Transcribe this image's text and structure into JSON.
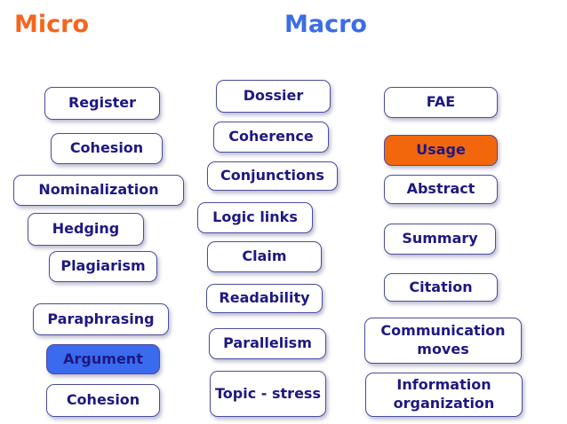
{
  "headers": [
    {
      "label": "Micro",
      "color": "#F4661E"
    },
    {
      "label": "Macro",
      "color": "#3D6DE4"
    }
  ],
  "colors": {
    "background": "#FFFFFF",
    "box_border": "#4C4C9D",
    "box_text": "#1E1883",
    "box_fill_default": "#FFFFFF",
    "argument_fill": "#3A6BEE",
    "usage_fill": "#F2660C"
  },
  "columns": [
    {
      "name": "micro-column",
      "boxes": [
        {
          "label": "Register"
        },
        {
          "label": "Cohesion"
        },
        {
          "label": "Nominalization"
        },
        {
          "label": "Hedging"
        },
        {
          "label": "Plagiarism"
        },
        {
          "label": "Paraphrasing"
        },
        {
          "label": "Argument",
          "highlight": "blue"
        },
        {
          "label": "Cohesion"
        }
      ]
    },
    {
      "name": "middle-column",
      "boxes": [
        {
          "label": "Dossier"
        },
        {
          "label": "Coherence"
        },
        {
          "label": "Conjunctions"
        },
        {
          "label": "Logic links"
        },
        {
          "label": "Claim"
        },
        {
          "label": "Readability"
        },
        {
          "label": "Parallelism"
        },
        {
          "label": "Topic - stress"
        }
      ]
    },
    {
      "name": "macro-column",
      "boxes": [
        {
          "label": "FAE"
        },
        {
          "label": "Usage",
          "highlight": "orange"
        },
        {
          "label": "Abstract"
        },
        {
          "label": "Summary"
        },
        {
          "label": "Citation"
        },
        {
          "label": "Communication moves"
        },
        {
          "label": "Information organization"
        }
      ]
    }
  ]
}
